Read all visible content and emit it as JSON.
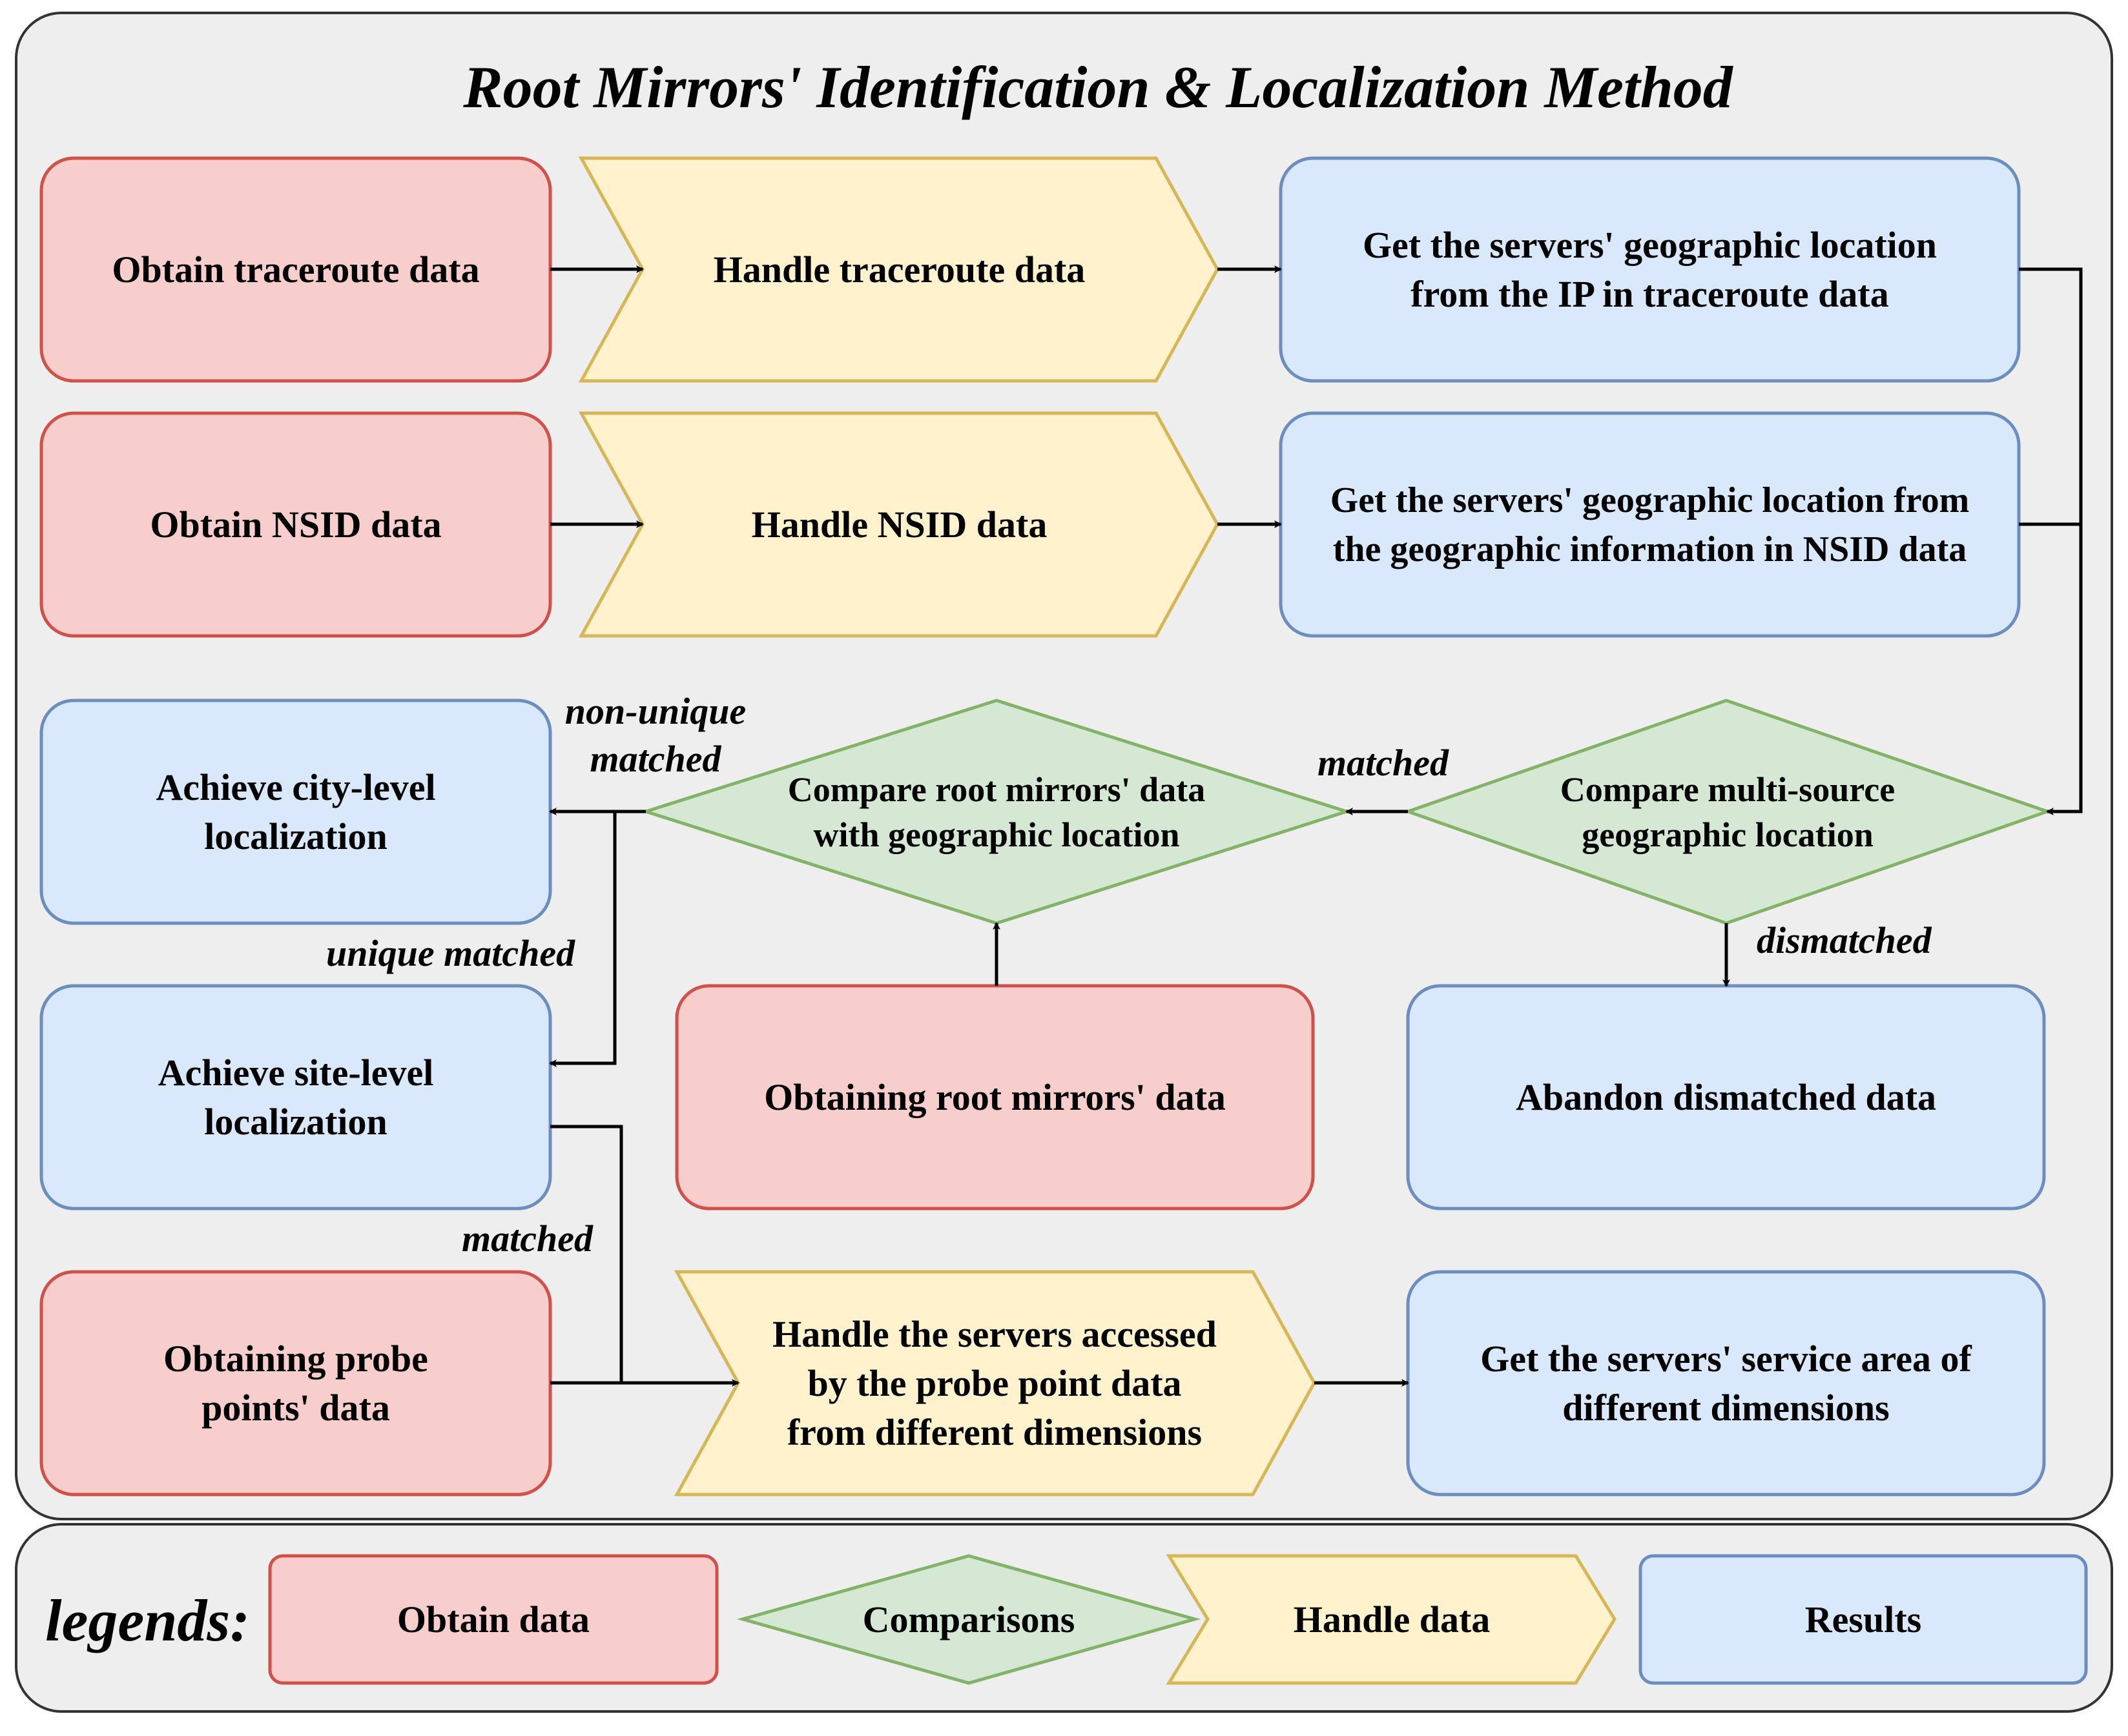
{
  "title": "Root Mirrors' Identification & Localization Method",
  "colors": {
    "obtain_fill": "#f8cecc",
    "obtain_stroke": "#d0504a",
    "handle_fill": "#fff2cc",
    "handle_stroke": "#d6b656",
    "compare_fill": "#d5e8d4",
    "compare_stroke": "#82b366",
    "result_fill": "#dae8fc",
    "result_stroke": "#6c8ebf",
    "panel_fill": "#eeeeee",
    "panel_stroke": "#333333"
  },
  "nodes": {
    "obtain_traceroute": "Obtain traceroute data",
    "handle_traceroute": "Handle traceroute data",
    "geo_from_ip": "Get the servers' geographic location\nfrom the IP in traceroute data",
    "obtain_nsid": "Obtain NSID data",
    "handle_nsid": "Handle NSID data",
    "geo_from_nsid": "Get the servers' geographic location from\nthe geographic information in NSID data",
    "city_level": "Achieve city-level\nlocalization",
    "compare_root": "Compare root mirrors' data\nwith geographic location",
    "compare_multi": "Compare multi-source\ngeographic location",
    "site_level": "Achieve site-level\nlocalization",
    "obtaining_root": "Obtaining root mirrors' data",
    "abandon": "Abandon dismatched data",
    "obtaining_probe": "Obtaining probe\npoints' data",
    "handle_probe": "Handle the servers accessed\nby the probe point data\nfrom different dimensions",
    "service_area": "Get the servers' service area of\ndifferent dimensions"
  },
  "edge_labels": {
    "non_unique": "non-unique\nmatched",
    "matched_top": "matched",
    "unique": "unique matched",
    "dismatched": "dismatched",
    "matched_bottom": "matched"
  },
  "legend": {
    "title": "legends:",
    "obtain": "Obtain data",
    "compare": "Comparisons",
    "handle": "Handle data",
    "result": "Results"
  }
}
